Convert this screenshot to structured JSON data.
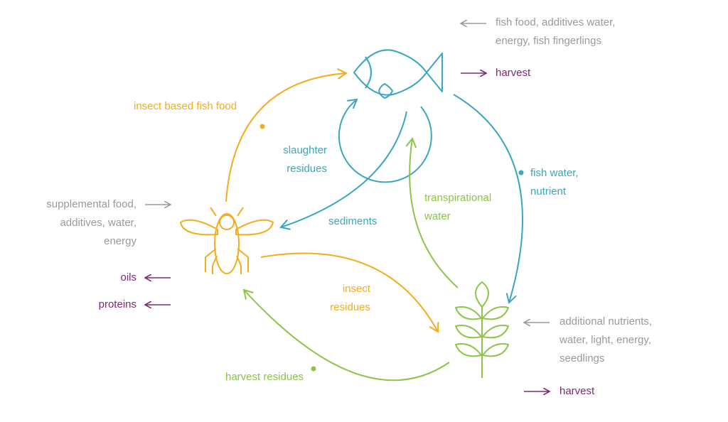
{
  "colors": {
    "fish": "#3aa6bf",
    "insect": "#f5ac1c",
    "plant": "#8dc44a",
    "input": "#9a9a9a",
    "output": "#7d2a6f"
  },
  "nodes": {
    "fish": {
      "icon": "fish-icon"
    },
    "insect": {
      "icon": "insect-icon"
    },
    "plant": {
      "icon": "plant-icon"
    }
  },
  "fish": {
    "inputs": "fish food, additives water,\nenergy, fish fingerlings",
    "output": "harvest"
  },
  "insect": {
    "inputs": "supplemental food,\nadditives, water,\nenergy",
    "outputs": [
      "oils",
      "proteins"
    ]
  },
  "plant": {
    "inputs": "additional nutrients,\nwater, light, energy,\nseedlings",
    "output": "harvest"
  },
  "flows": {
    "insect_to_fish": "insect based fish food",
    "fish_to_insect": "slaughter\nresidues",
    "sediments": "sediments",
    "fish_to_plant": "fish water,\nnutrient",
    "plant_to_fish": "transpirational\nwater",
    "insect_to_plant": "insect\nresidues",
    "plant_to_insect": "harvest residues"
  }
}
